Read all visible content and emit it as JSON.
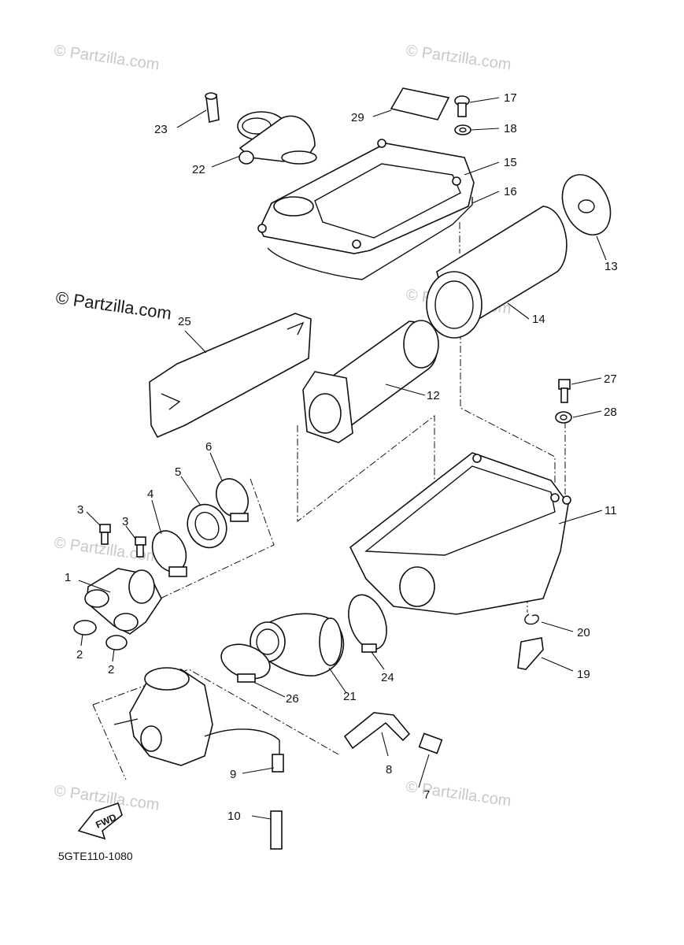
{
  "diagram": {
    "code": "5GTE110-1080",
    "fwd_label": "FWD",
    "watermarks": {
      "small": "© Partzilla.com",
      "large": "© Partzilla.com"
    },
    "callouts": {
      "c1": "1",
      "c2a": "2",
      "c2b": "2",
      "c3a": "3",
      "c3b": "3",
      "c4": "4",
      "c5": "5",
      "c6": "6",
      "c7": "7",
      "c8": "8",
      "c9": "9",
      "c10": "10",
      "c11": "11",
      "c12": "12",
      "c13": "13",
      "c14": "14",
      "c15": "15",
      "c16": "16",
      "c17": "17",
      "c18": "18",
      "c19": "19",
      "c20": "20",
      "c21": "21",
      "c22": "22",
      "c23": "23",
      "c24": "24",
      "c25": "25",
      "c26": "26",
      "c27": "27",
      "c28": "28",
      "c29": "29"
    }
  }
}
